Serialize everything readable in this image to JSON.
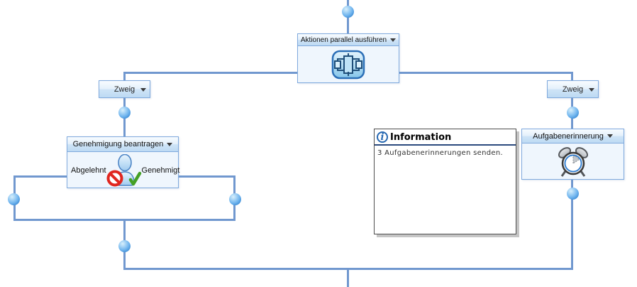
{
  "palette": {
    "line": "#7198CF",
    "shape_border": "#7FA9DD",
    "header_gradient_top": "#F8FCFF",
    "header_gradient_bottom": "#BDDAF3",
    "shape_body_bg": "#EFF6FD",
    "header_text": "#111111",
    "sphere_highlight": "#D8F0FC",
    "sphere_mid": "#6FB4EE",
    "sphere_edge": "#2377C8",
    "info_border": "#4D4D4D",
    "info_underline": "#2B4A7E",
    "info_title_text": "#000000",
    "info_body_text": "#333333",
    "accent_red": "#E0261F",
    "accent_green": "#44A025",
    "icon_blue_dark": "#2C6FB7",
    "icon_blue_info": "#2668B2"
  },
  "nodes": {
    "parallel_action": {
      "label": "Aktionen parallel ausführen",
      "icon": "parallel-actions-icon"
    },
    "branch_left": {
      "label": "Zweig"
    },
    "branch_right": {
      "label": "Zweig"
    },
    "approval": {
      "label": "Genehmigung beantragen",
      "outcome_rejected": "Abgelehnt",
      "outcome_approved": "Genehmigt",
      "icon": "approval-person-icon"
    },
    "task_reminder": {
      "label": "Aufgabenerinnerung",
      "icon": "alarm-clock-icon"
    },
    "info_tooltip": {
      "icon_glyph": "i",
      "title": "Information",
      "message": "3 Aufgabenerinnerungen senden."
    }
  }
}
